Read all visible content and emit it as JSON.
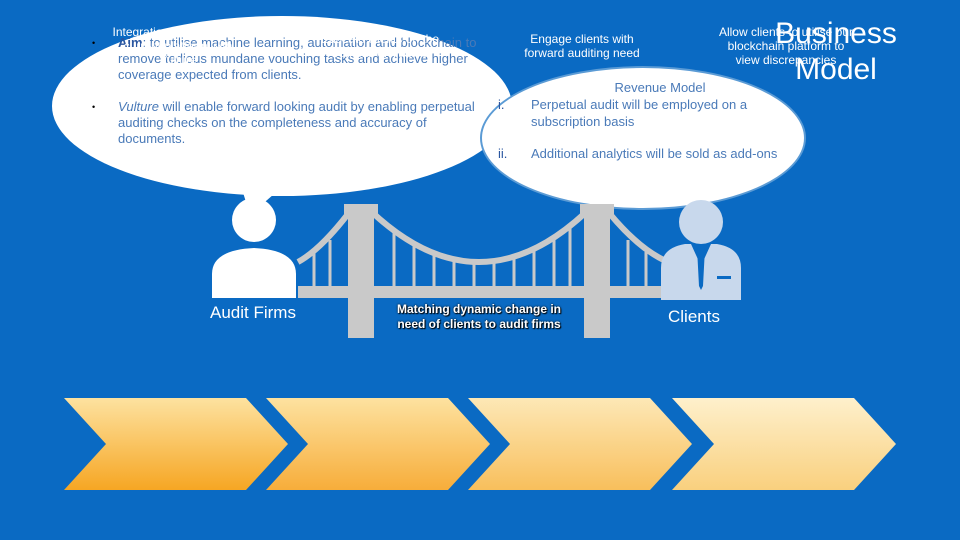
{
  "title": "Business Model",
  "aim_bubble": {
    "item1_label": "Aim",
    "item1_text": ": to utilise machine learning, automation and blockchain to remove tedious mundane vouching tasks and achieve higher coverage expected from clients.",
    "item2_label": "Vulture",
    "item2_text": " will enable forward looking audit by enabling perpetual auditing checks on the completeness and accuracy of documents.",
    "bullet": "•"
  },
  "revenue_bubble": {
    "title": "Revenue Model",
    "items": [
      {
        "num": "i.",
        "text": "Perpetual audit will be employed on a subscription basis"
      },
      {
        "num": "ii.",
        "text": "Additional analytics will be sold as add-ons"
      }
    ]
  },
  "left_label": "Audit Firms",
  "right_label": "Clients",
  "bridge_caption": "Matching dynamic change in need of clients to audit firms",
  "steps": [
    {
      "text": "Integration of audit firm's current platform with Vulture"
    },
    {
      "text": "Educate clients on the benefits of Vulture"
    },
    {
      "text": "Engage clients with forward auditing need"
    },
    {
      "text": "Allow clients to utilise our blockchain platform to view discrepancies"
    }
  ],
  "colors": {
    "background": "#0a6ac3",
    "text_blue": "#4a7ab8"
  }
}
